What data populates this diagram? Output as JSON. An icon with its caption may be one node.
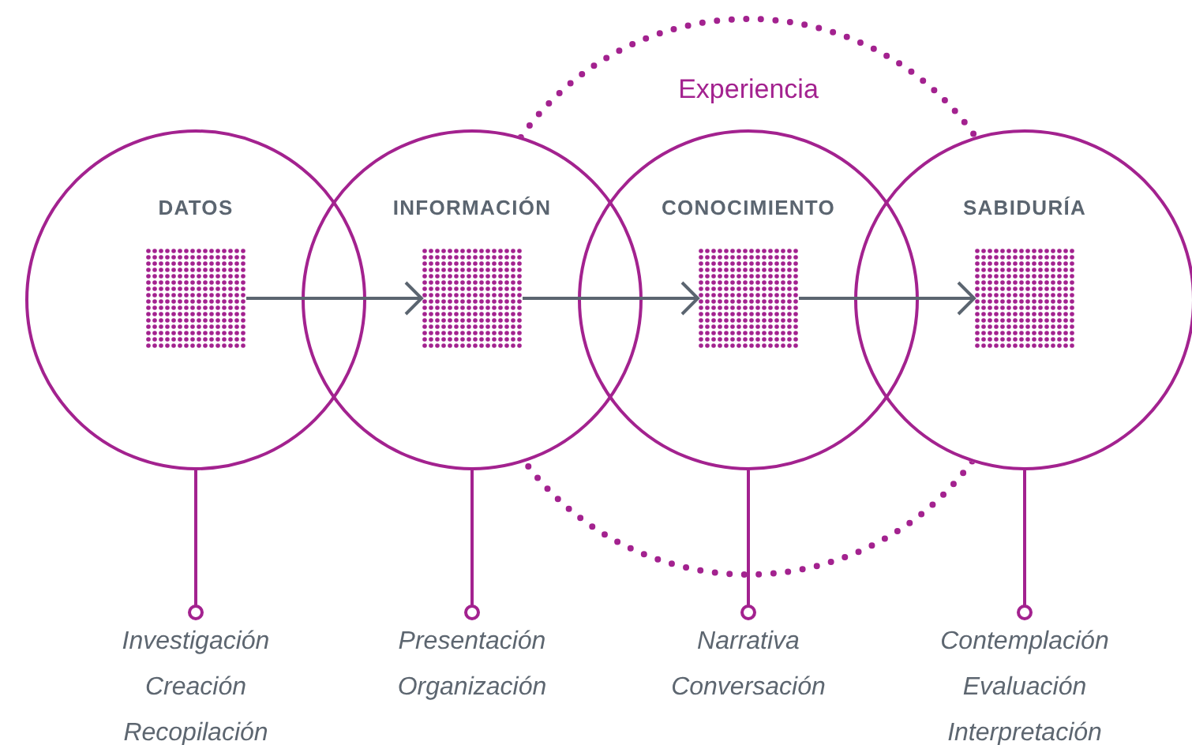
{
  "diagram": {
    "nodes": [
      {
        "text": [
          "DATOS"
        ]
      },
      {
        "text": [
          "INFORMACIÓN"
        ]
      },
      {
        "text": [
          "CONOCIMIENTO"
        ]
      },
      {
        "text": [
          "SABIDURÍA"
        ]
      },
      {
        "text": [],
        "shape": "box",
        "in": 0
      },
      {
        "text": [],
        "shape": "box",
        "in": 1
      },
      {
        "text": [],
        "shape": "box",
        "in": 2
      },
      {
        "text": [],
        "shape": "box",
        "in": 3
      },
      {
        "text": [
          "Investigación",
          "Creación",
          "Recopilación"
        ]
      },
      {
        "text": [
          "Presentación",
          "Organización"
        ]
      },
      {
        "text": [
          "Narrativa",
          "Conversación"
        ]
      },
      {
        "text": [
          "Contemplación",
          "Evaluación",
          "Interpretación"
        ]
      }
    ],
    "edges": [
      {
        "from": 4,
        "to": 5,
        "arrow": "to"
      },
      {
        "from": 5,
        "to": 6,
        "arrow": "to"
      },
      {
        "from": 6,
        "to": 7,
        "arrow": "to"
      },
      {
        "from": 0,
        "to": 8,
        "arrow": "other",
        "color": "#a3228f"
      },
      {
        "from": 1,
        "to": 9,
        "arrow": "other",
        "color": "#a3228f"
      },
      {
        "from": 2,
        "to": 10,
        "arrow": "other",
        "color": "#a3228f"
      },
      {
        "from": 3,
        "to": 11,
        "arrow": "other",
        "color": "#a3228f"
      }
    ],
    "labels": [
      "Experiencia"
    ]
  }
}
